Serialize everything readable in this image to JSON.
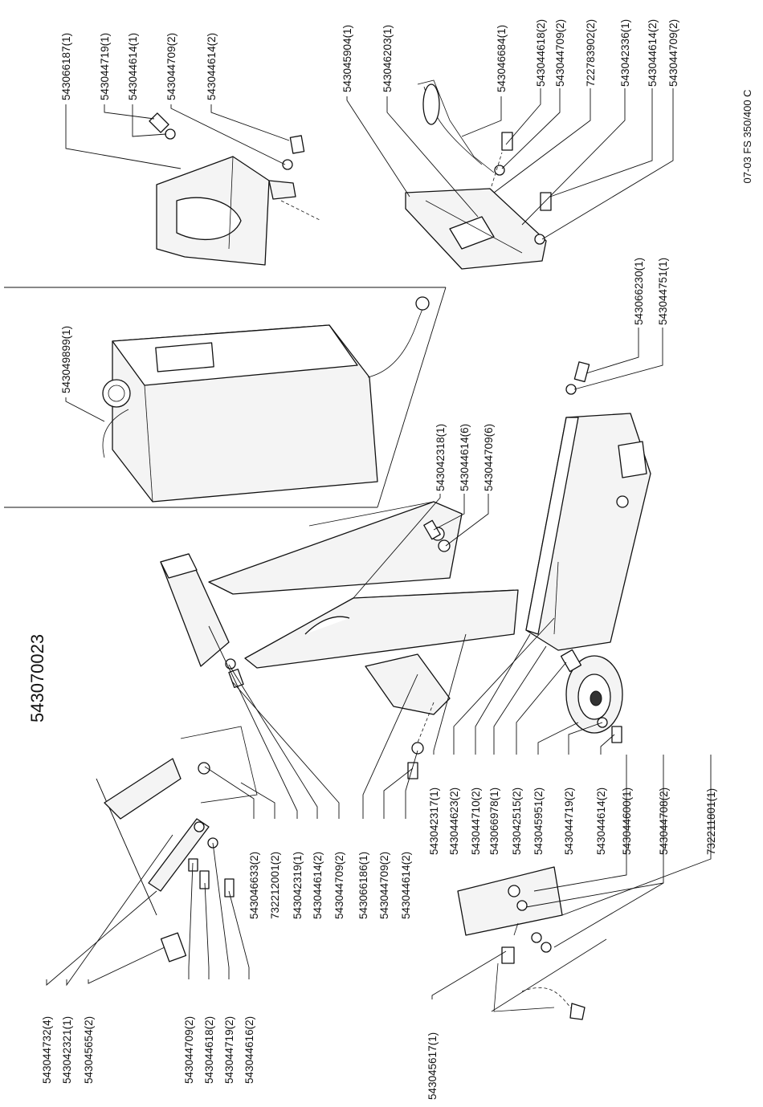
{
  "title": "543070023",
  "doc_ref": "07-03 FS 350/400 C",
  "labels": {
    "top": [
      "543066187(1)",
      "543044719(1)",
      "543044614(1)",
      "543044709(2)",
      "543044614(2)",
      "543045904(1)",
      "543046203(1)",
      "543046684(1)",
      "543044618(2)",
      "543044709(2)",
      "722783902(2)",
      "543042336(1)",
      "543044614(2)",
      "543044709(2)"
    ],
    "tank": "543049899(1)",
    "right_upper": [
      "543066230(1)",
      "543044751(1)"
    ],
    "middle": [
      "543042318(1)",
      "543044614(6)",
      "543044709(6)"
    ],
    "bottom_center": [
      "543046633(2)",
      "732212001(2)",
      "543042319(1)",
      "543044614(2)",
      "543044709(2)",
      "543066186(1)",
      "543044709(2)",
      "543044614(2)",
      "543042317(1)",
      "543044623(2)",
      "543044710(2)",
      "543066978(1)",
      "543042515(2)",
      "543045951(2)",
      "543044719(2)",
      "543044614(2)",
      "543044600(1)",
      "543044708(2)",
      "732211801(1)"
    ],
    "bottom_left_a": [
      "543044732(4)",
      "543042321(1)",
      "543045654(2)"
    ],
    "bottom_left_b": [
      "543044709(2)",
      "543044618(2)",
      "543044719(2)",
      "543044616(2)"
    ],
    "bottom_left_c": "543045617(1)"
  }
}
